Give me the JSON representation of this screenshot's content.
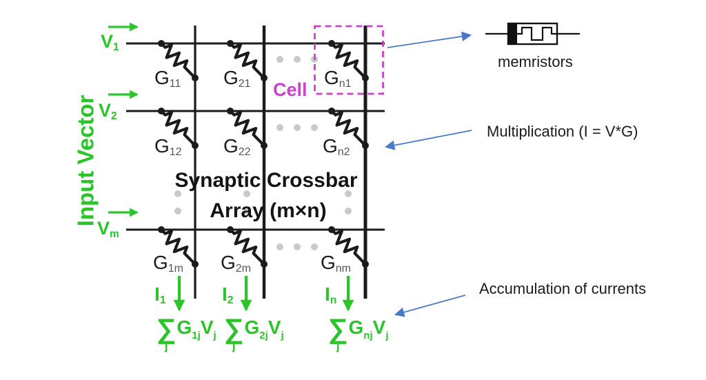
{
  "colors": {
    "green": "#2bc42b",
    "magenta": "#cc41cc",
    "blue": "#4b79c9",
    "ink": "#1b1b1b",
    "dots": "#c9c9c9"
  },
  "diagram": {
    "input_vector": "Input Vector",
    "voltages": [
      {
        "base": "V",
        "sub": "1"
      },
      {
        "base": "V",
        "sub": "2"
      },
      {
        "base": "V",
        "sub": "m"
      }
    ],
    "conductances": [
      [
        {
          "base": "G",
          "sub": "11"
        },
        {
          "base": "G",
          "sub": "21"
        },
        {
          "base": "G",
          "sub": "n1"
        }
      ],
      [
        {
          "base": "G",
          "sub": "12"
        },
        {
          "base": "G",
          "sub": "22"
        },
        {
          "base": "G",
          "sub": "n2"
        }
      ],
      [
        {
          "base": "G",
          "sub": "1m"
        },
        {
          "base": "G",
          "sub": "2m"
        },
        {
          "base": "G",
          "sub": "nm"
        }
      ]
    ],
    "cell_label": "Cell",
    "title_line1": "Synaptic Crossbar",
    "title_line2": "Array (m×n)",
    "currents": [
      {
        "base": "I",
        "sub": "1"
      },
      {
        "base": "I",
        "sub": "2"
      },
      {
        "base": "I",
        "sub": "n"
      }
    ],
    "sums": [
      {
        "sigma": "∑",
        "index": "j",
        "g_base": "G",
        "g_sub": "1j",
        "v_base": "V",
        "v_sub": "j"
      },
      {
        "sigma": "∑",
        "index": "j",
        "g_base": "G",
        "g_sub": "2j",
        "v_base": "V",
        "v_sub": "j"
      },
      {
        "sigma": "∑",
        "index": "j",
        "g_base": "G",
        "g_sub": "nj",
        "v_base": "V",
        "v_sub": "j"
      }
    ]
  },
  "annotations": {
    "memristors": "memristors",
    "multiplication": "Multiplication (I = V*G)",
    "accumulation": "Accumulation of currents"
  }
}
